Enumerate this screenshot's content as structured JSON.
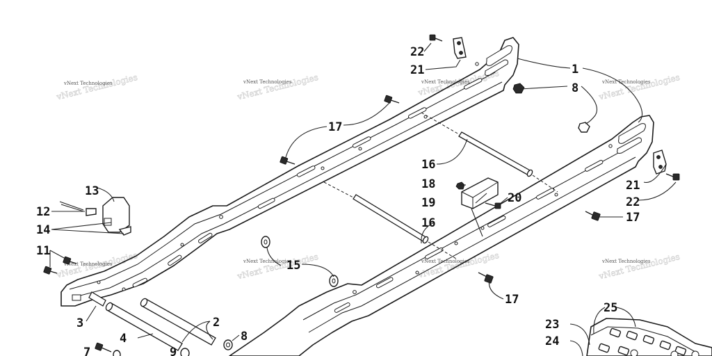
{
  "watermark": "vNext Technologies",
  "watermark_ghost": "vNext Technologies",
  "callouts": {
    "c1": "1",
    "c2": "2",
    "c3": "3",
    "c4": "4",
    "c7": "7",
    "c8a": "8",
    "c8b": "8",
    "c9": "9",
    "c11": "11",
    "c12": "12",
    "c13": "13",
    "c14": "14",
    "c15": "15",
    "c16a": "16",
    "c16b": "16",
    "c17a": "17",
    "c17b": "17",
    "c17c": "17",
    "c18": "18",
    "c19": "19",
    "c20": "20",
    "c21a": "21",
    "c21b": "21",
    "c22a": "22",
    "c22b": "22",
    "c23": "23",
    "c24": "24",
    "c25": "25"
  }
}
